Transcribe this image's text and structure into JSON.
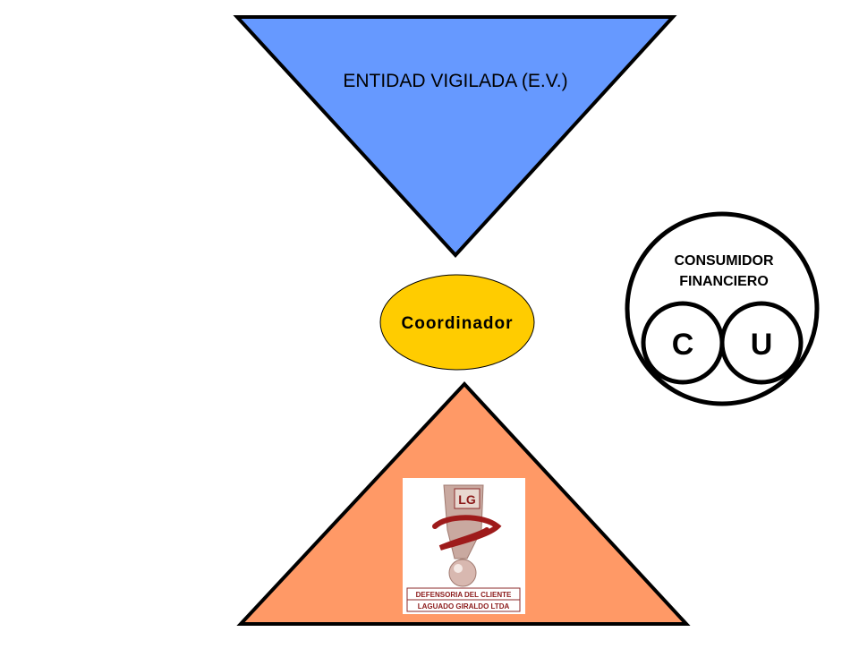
{
  "diagram": {
    "top_triangle": {
      "label": "ENTIDAD VIGILADA (E.V.)",
      "fill": "#6699ff"
    },
    "center_ellipse": {
      "label": "Coordinador",
      "fill": "#ffcc00"
    },
    "consumer_circle": {
      "label_line1": "CONSUMIDOR",
      "label_line2": "FINANCIERO",
      "left_inner": "C",
      "right_inner": "U"
    },
    "bottom_triangle": {
      "fill": "#ff9966",
      "logo": {
        "monogram": "LG",
        "line1": "DEFENSORIA DEL CLIENTE",
        "line2": "LAGUADO GIRALDO LTDA"
      }
    }
  }
}
